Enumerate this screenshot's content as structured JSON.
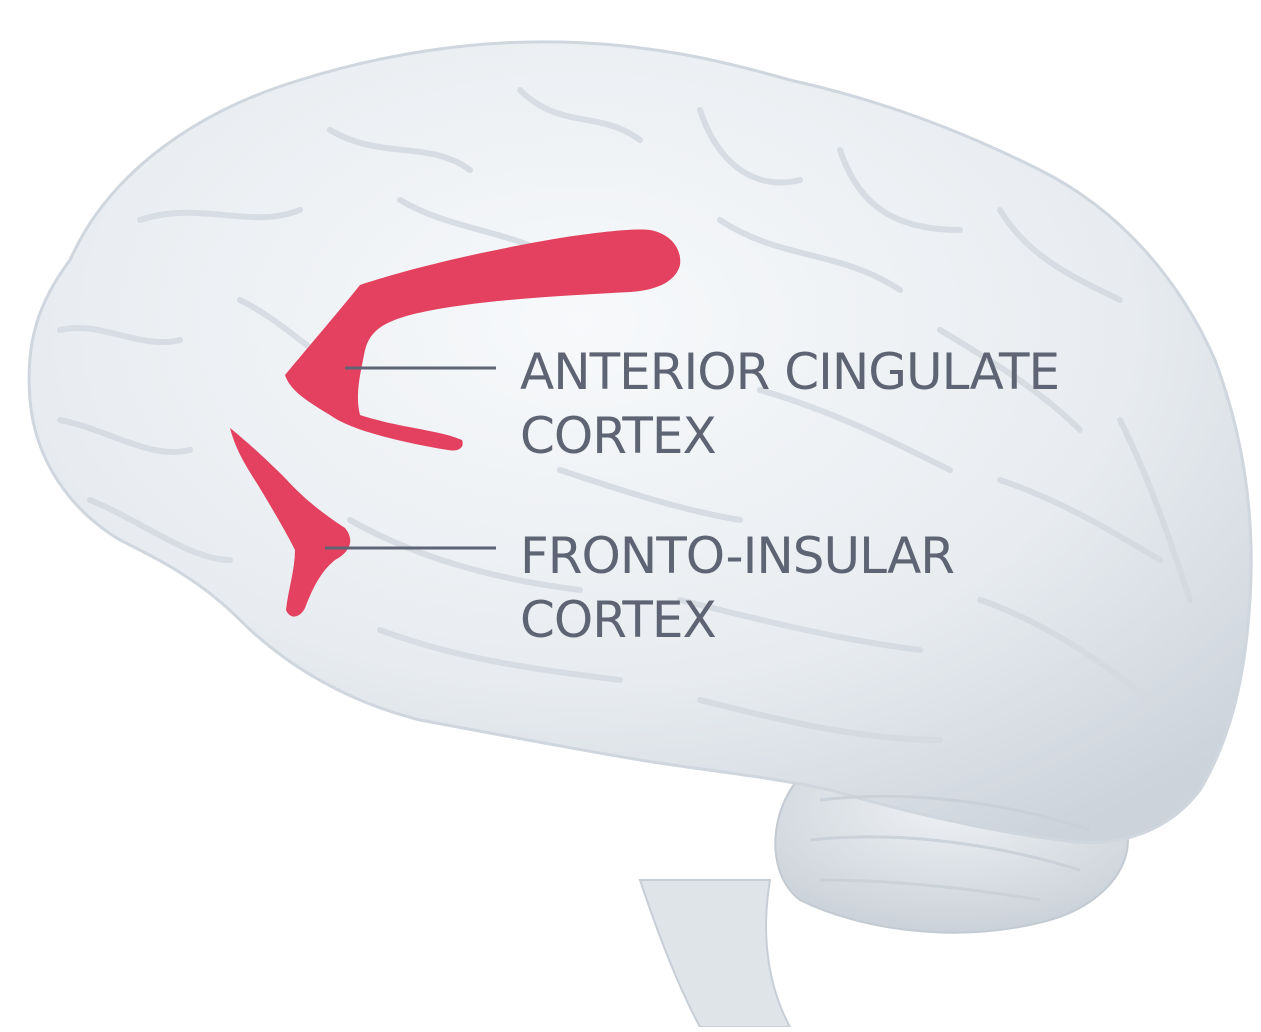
{
  "colors": {
    "background": "#ffffff",
    "brain": "#e9edf1",
    "brain_shadow": "#c9d0d8",
    "highlight": "#e3415f",
    "leader_line": "#5f6474",
    "label_text": "#5f6474"
  },
  "regions": [
    {
      "name": "anterior-cingulate-cortex",
      "label_lines": [
        "ANTERIOR CINGULATE",
        "CORTEX"
      ]
    },
    {
      "name": "fronto-insular-cortex",
      "label_lines": [
        "FRONTO-INSULAR",
        "CORTEX"
      ]
    }
  ]
}
